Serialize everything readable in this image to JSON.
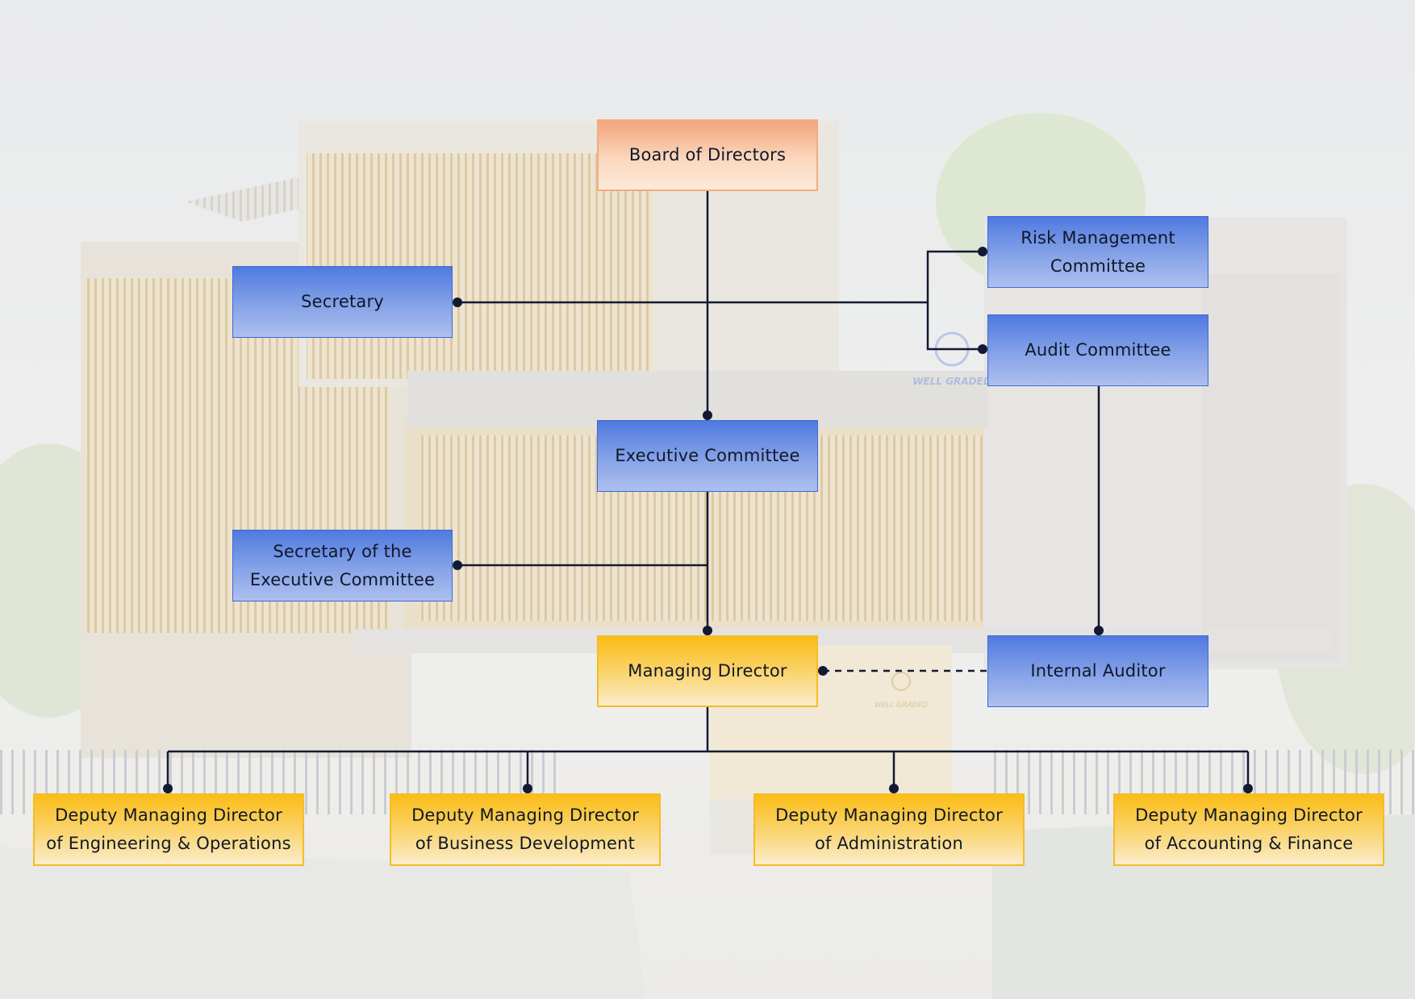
{
  "colors": {
    "board": "#f2a57a",
    "committee": "#4f7ae0",
    "management": "#fbbd17",
    "connector": "#121a33"
  },
  "background": {
    "building_sign": "WELL GRADED",
    "lobby_sign": "WELL GRADED"
  },
  "nodes": {
    "board": {
      "label": "Board of Directors"
    },
    "secretary": {
      "label": "Secretary"
    },
    "risk": {
      "lines": [
        "Risk Management",
        "Committee"
      ]
    },
    "audit": {
      "label": "Audit Committee"
    },
    "exec": {
      "label": "Executive Committee"
    },
    "exec_secretary": {
      "lines": [
        "Secretary of the",
        "Executive Committee"
      ]
    },
    "md": {
      "label": "Managing Director"
    },
    "internal_auditor": {
      "label": "Internal Auditor"
    },
    "dmd_eng": {
      "lines": [
        "Deputy Managing Director",
        "of Engineering & Operations"
      ]
    },
    "dmd_bd": {
      "lines": [
        "Deputy Managing Director",
        "of Business Development"
      ]
    },
    "dmd_admin": {
      "lines": [
        "Deputy Managing Director",
        "of Administration"
      ]
    },
    "dmd_acc": {
      "lines": [
        "Deputy Managing Director",
        "of Accounting & Finance"
      ]
    }
  }
}
